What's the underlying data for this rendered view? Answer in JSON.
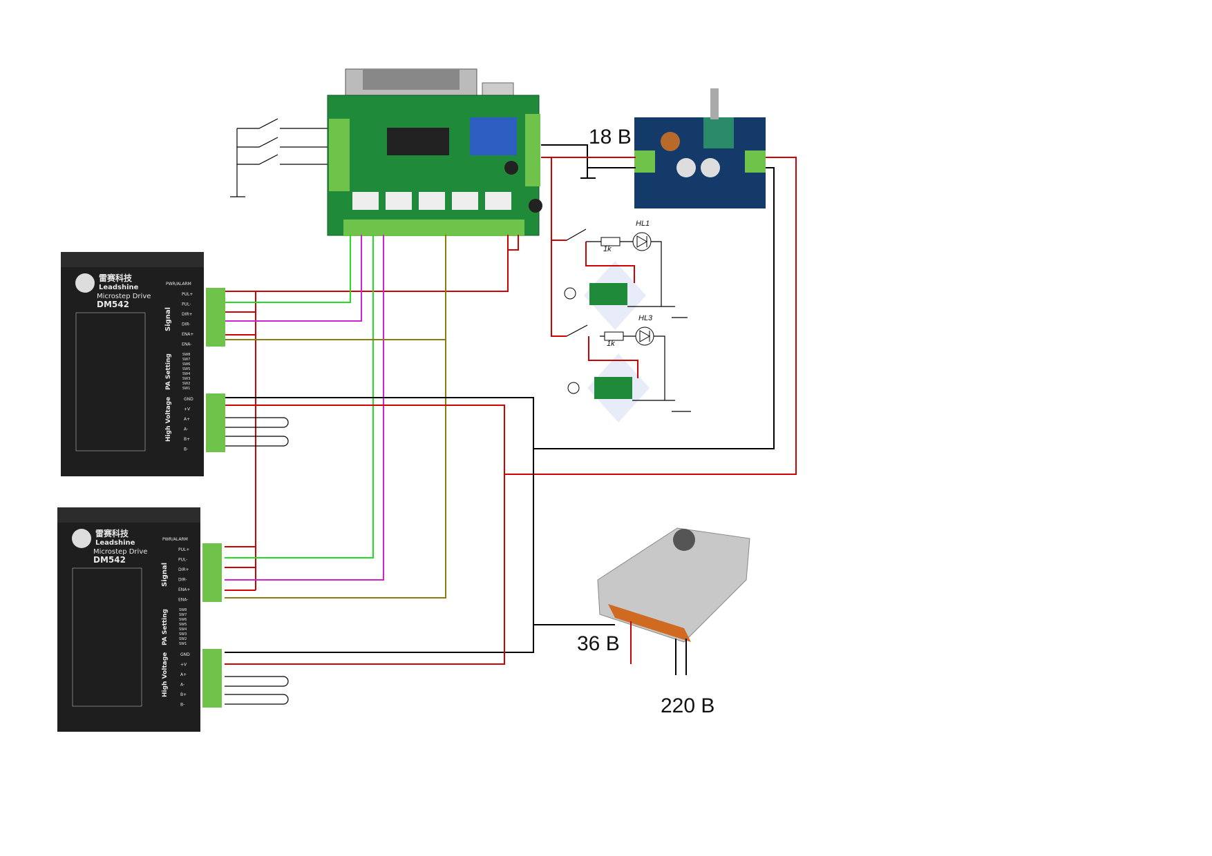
{
  "labels": {
    "bob_voltage": "18 B",
    "psu_voltage": "36 B",
    "mains_voltage": "220 B",
    "led1": "HL1",
    "led2": "HL3",
    "resistor1": "1k",
    "resistor2": "1k"
  },
  "driver": {
    "brand_cn": "雷赛科技",
    "brand": "Leadshine",
    "subtitle": "Microstep Drive",
    "model": "DM542",
    "pwr_alarm": "PWR/ALARM",
    "signal": "Signal",
    "pa_setting": "PA Setting",
    "high_voltage": "High Voltage",
    "signal_pins": [
      "PUL+",
      "PUL-",
      "DIR+",
      "DIR-",
      "ENA+",
      "ENA-"
    ],
    "switches": [
      "SW8",
      "SW7",
      "SW6",
      "SW5",
      "SW4",
      "SW3",
      "SW2",
      "SW1"
    ],
    "power_pins": [
      "GND",
      "+V",
      "A+",
      "A-",
      "B+",
      "B-"
    ]
  },
  "colors": {
    "positive": "#d00000",
    "ground": "#000000",
    "green": "#22dd22",
    "magenta": "#d020d0",
    "olive": "#8a7a10",
    "board": "#1f8a3a",
    "terminal": "#6fc24a",
    "driver": "#1e1e1e",
    "psu": "#c8c8c8",
    "module": "#143a6a"
  }
}
